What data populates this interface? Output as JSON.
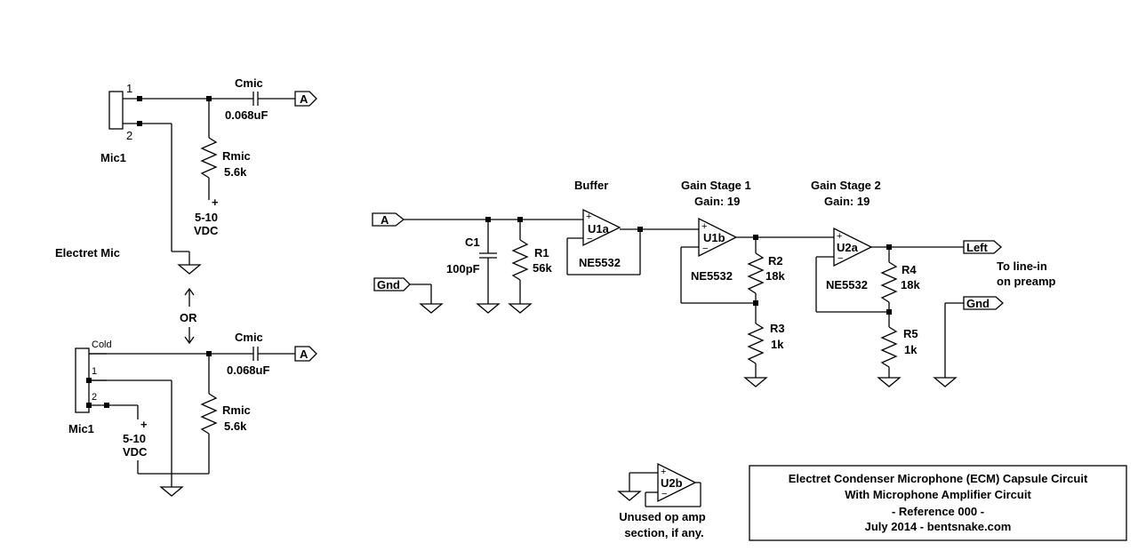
{
  "mic_top": {
    "ref": "Mic1",
    "pin1": "1",
    "pin2": "2",
    "cap_ref": "Cmic",
    "cap_val": "0.068uF",
    "res_ref": "Rmic",
    "res_val": "5.6k",
    "supply_plus": "+",
    "supply_line1": "5-10",
    "supply_line2": "VDC",
    "out_label": "A"
  },
  "section_label": "Electret Mic",
  "or_label": "OR",
  "mic_bottom": {
    "ref": "Mic1",
    "pin_cold": "Cold",
    "pin1": "1",
    "pin2": "2",
    "cap_ref": "Cmic",
    "cap_val": "0.068uF",
    "res_ref": "Rmic",
    "res_val": "5.6k",
    "supply_plus": "+",
    "supply_line1": "5-10",
    "supply_line2": "VDC",
    "out_label": "A"
  },
  "amp": {
    "in_label": "A",
    "gnd_label": "Gnd",
    "c1_ref": "C1",
    "c1_val": "100pF",
    "r1_ref": "R1",
    "r1_val": "56k",
    "buffer_title": "Buffer",
    "u1a_ref": "U1a",
    "u1a_part": "NE5532",
    "stage1_title": "Gain Stage 1",
    "stage1_gain": "Gain: 19",
    "u1b_ref": "U1b",
    "u1b_part": "NE5532",
    "r2_ref": "R2",
    "r2_val": "18k",
    "r3_ref": "R3",
    "r3_val": "1k",
    "stage2_title": "Gain Stage 2",
    "stage2_gain": "Gain: 19",
    "u2a_ref": "U2a",
    "u2a_part": "NE5532",
    "r4_ref": "R4",
    "r4_val": "18k",
    "r5_ref": "R5",
    "r5_val": "1k",
    "out_label": "Left",
    "note_line1": "To line-in",
    "note_line2": "on preamp",
    "gnd2_label": "Gnd"
  },
  "unused": {
    "ref": "U2b",
    "note_line1": "Unused op amp",
    "note_line2": "section, if any."
  },
  "title_block": {
    "line1": "Electret Condenser Microphone (ECM) Capsule Circuit",
    "line2": "With Microphone Amplifier Circuit",
    "line3": "- Reference 000 -",
    "line4": "July 2014 - bentsnake.com"
  },
  "opamp_plus": "+",
  "opamp_minus": "−"
}
